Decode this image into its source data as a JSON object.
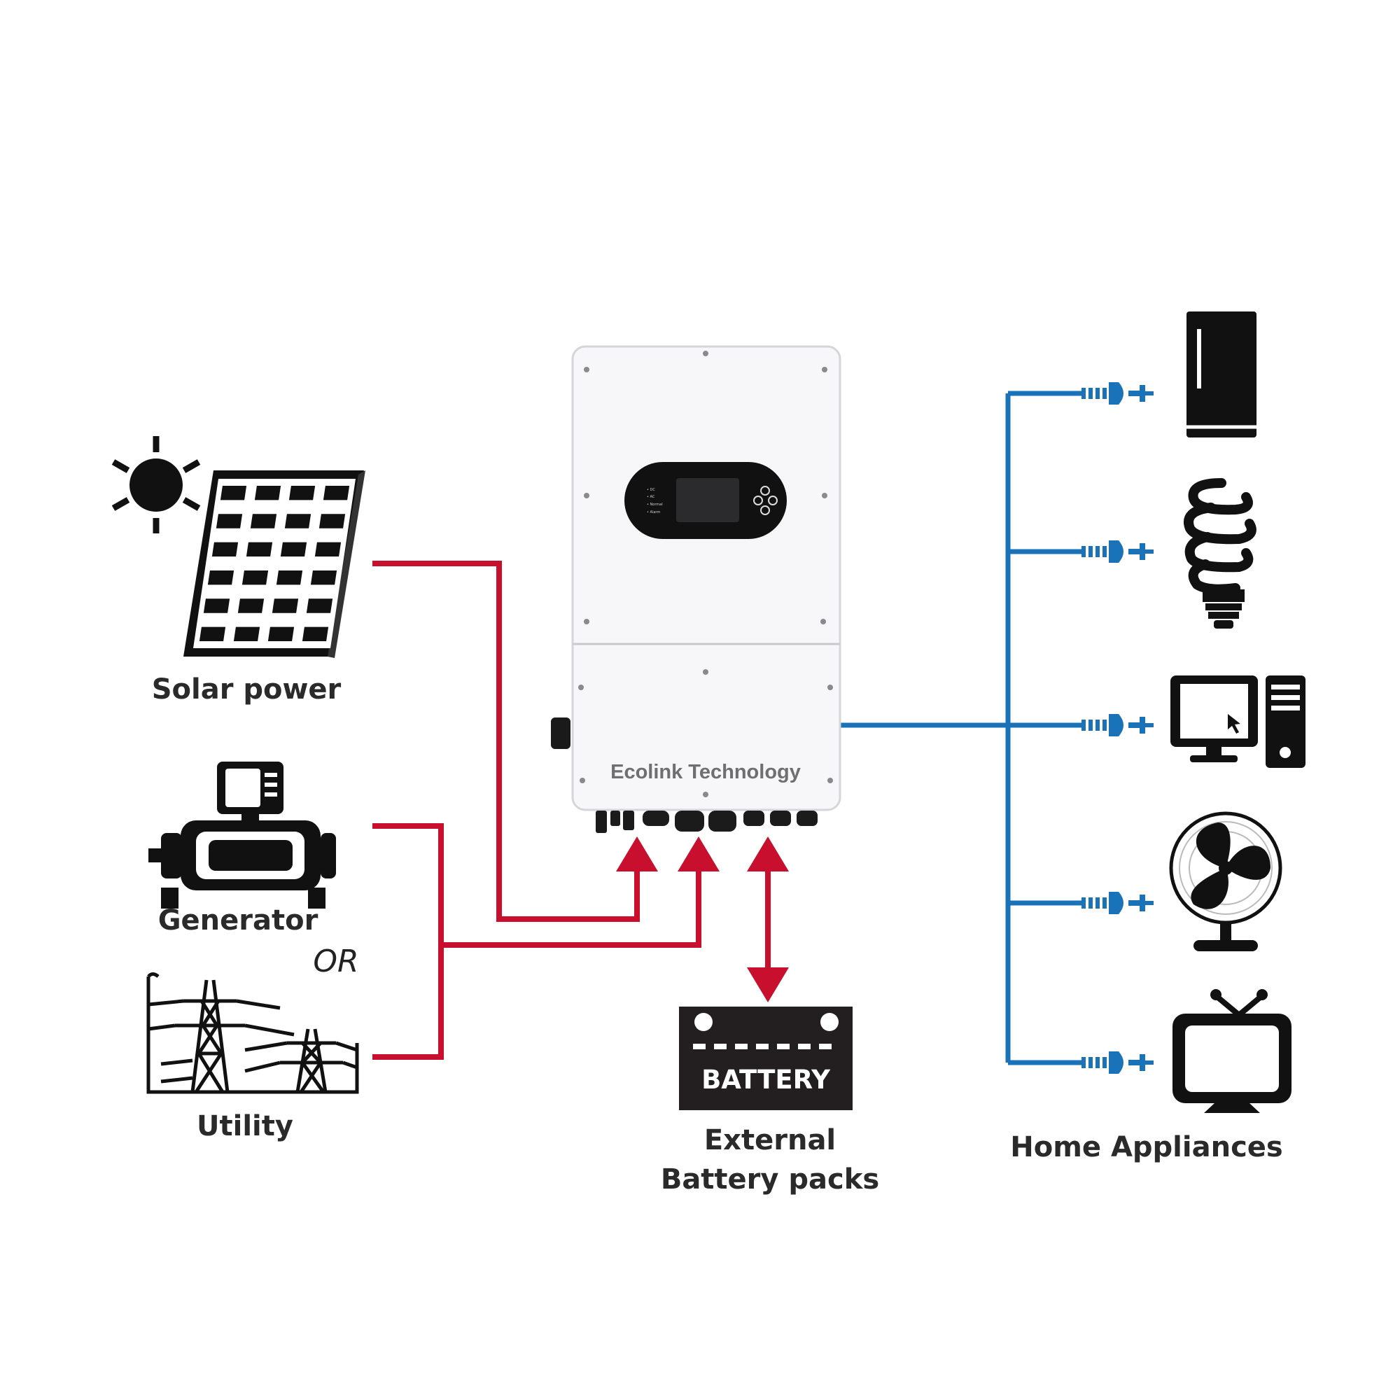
{
  "labels": {
    "solar": "Solar power",
    "generator": "Generator",
    "or": "OR",
    "utility": "Utility",
    "battery_icon_text": "BATTERY",
    "battery_line1": "External",
    "battery_line2": "Battery packs",
    "home": "Home Appliances",
    "brand": "Ecolink Technology"
  },
  "display_indicators": [
    "DC",
    "AC",
    "Normal",
    "Alarm"
  ],
  "colors": {
    "input_line": "#c8102e",
    "output_line": "#1a73b8",
    "icon": "#111111",
    "inverter_body": "#f7f7f9",
    "display": "#111111"
  },
  "icons": [
    "sun-icon",
    "solar-panel-icon",
    "generator-icon",
    "utility-tower-icon",
    "battery-icon",
    "refrigerator-icon",
    "bulb-icon",
    "computer-icon",
    "fan-icon",
    "tv-icon",
    "plug-icon"
  ]
}
